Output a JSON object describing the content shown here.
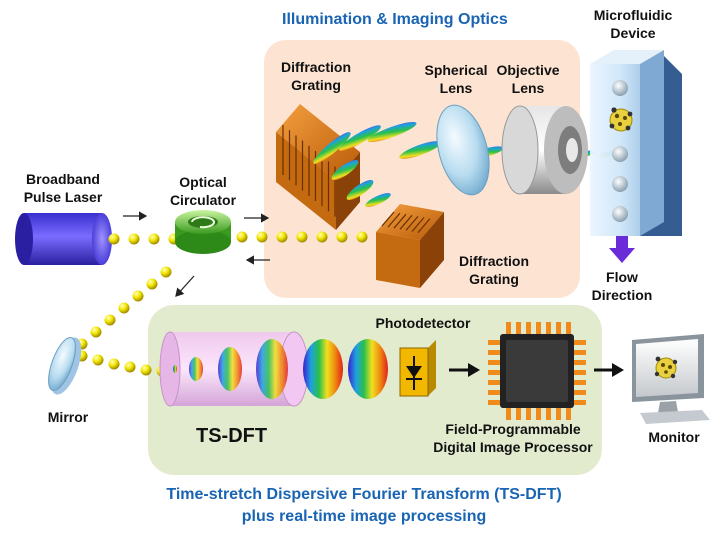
{
  "labels": {
    "illumination_title": "Illumination & Imaging Optics",
    "microfluidic": [
      "Microfluidic",
      "Device"
    ],
    "diffraction_top": [
      "Diffraction",
      "Grating"
    ],
    "spherical_lens": [
      "Spherical",
      "Lens"
    ],
    "objective_lens": [
      "Objective",
      "Lens"
    ],
    "broadband": [
      "Broadband",
      "Pulse Laser"
    ],
    "optical_circulator": [
      "Optical",
      "Circulator"
    ],
    "diffraction_bottom": [
      "Diffraction",
      "Grating"
    ],
    "flow_direction": [
      "Flow",
      "Direction"
    ],
    "photodetector": "Photodetector",
    "mirror": "Mirror",
    "tsdft": "TS-DFT",
    "fpga": [
      "Field-Programmable",
      "Digital Image Processor"
    ],
    "monitor": "Monitor",
    "caption": [
      "Time-stretch Dispersive Fourier Transform (TS-DFT)",
      "plus real-time image processing"
    ]
  },
  "colors": {
    "illumination_panel": "#fde4d2",
    "tsdft_panel": "#e3ebcf",
    "title_blue": "#1a64b4",
    "pulse_yellow": "#f2e600",
    "laser_blue": "#5b4cf0",
    "circulator_green": "#7ed957",
    "grating_orange": "#d87a18",
    "chip_orange": "#f08a1a",
    "flow_arrow": "#6a2bd9"
  }
}
